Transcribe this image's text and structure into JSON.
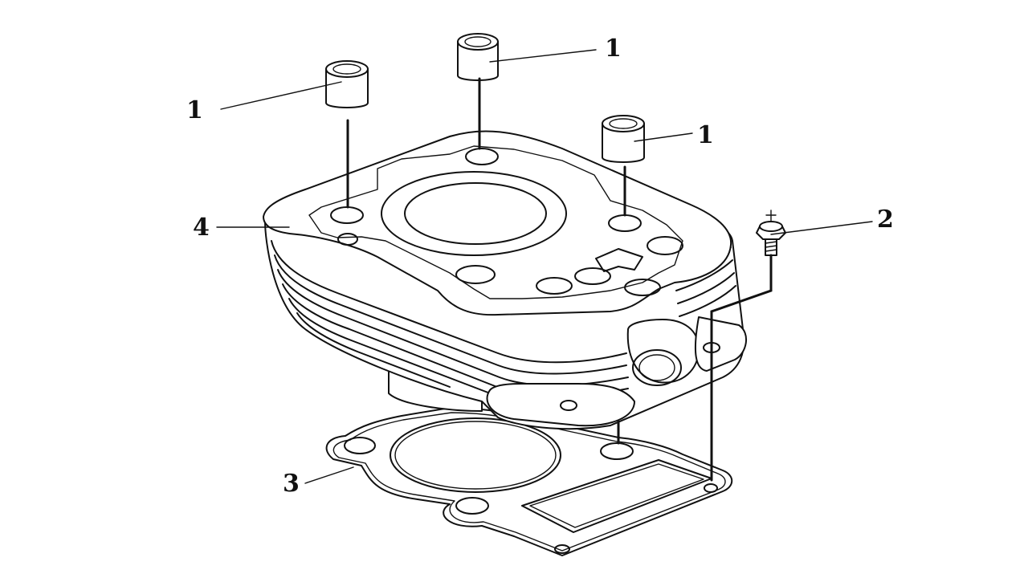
{
  "diagram": {
    "callouts": [
      {
        "id": "dowel-pin-left",
        "label": "1"
      },
      {
        "id": "dowel-pin-top",
        "label": "1"
      },
      {
        "id": "dowel-pin-right",
        "label": "1"
      },
      {
        "id": "bolt",
        "label": "2"
      },
      {
        "id": "gasket",
        "label": "3"
      },
      {
        "id": "cylinder",
        "label": "4"
      }
    ],
    "colors": {
      "line": "#111111",
      "background": "#ffffff"
    }
  }
}
